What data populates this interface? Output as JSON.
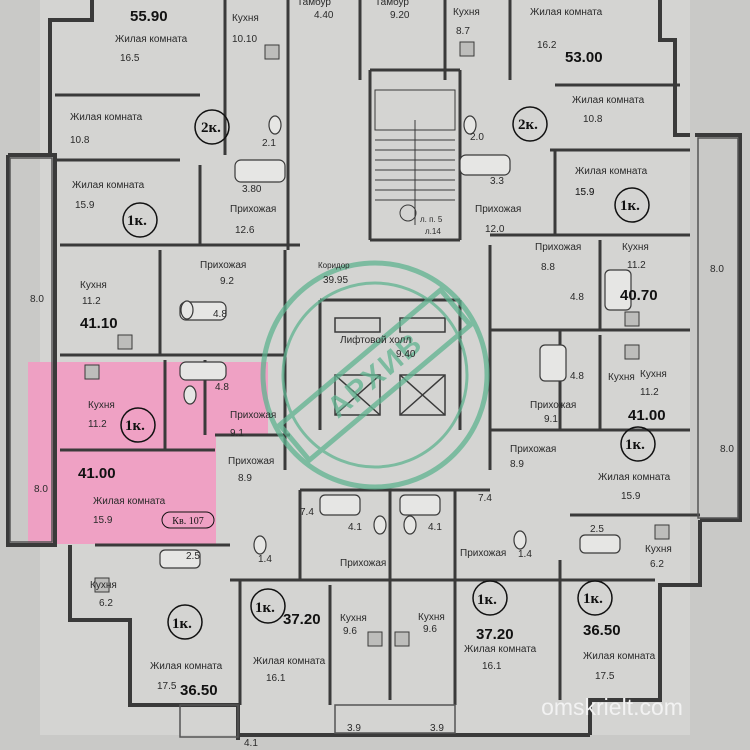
{
  "colors": {
    "background": "#c9c9c7",
    "wall": "#3a3a3a",
    "highlight": "#f29bc2",
    "watermark": "#5fb390"
  },
  "watermark_text": "АРХИВ",
  "site": "omskrielt.com",
  "apartment_label": "Кв. 107",
  "labels": [
    {
      "id": "a1",
      "text": "55.90",
      "cls": "big"
    },
    {
      "id": "a2",
      "text": "Жилая комната",
      "cls": "room"
    },
    {
      "id": "a3",
      "text": "16.5",
      "cls": "area"
    },
    {
      "id": "a4",
      "text": "Кухня",
      "cls": "room"
    },
    {
      "id": "a5",
      "text": "10.10",
      "cls": "area"
    },
    {
      "id": "a6",
      "text": "Тамбур",
      "cls": "room"
    },
    {
      "id": "a7",
      "text": "4.40",
      "cls": "area"
    },
    {
      "id": "a8",
      "text": "Тамбур",
      "cls": "room"
    },
    {
      "id": "a9",
      "text": "9.20",
      "cls": "area"
    },
    {
      "id": "a10",
      "text": "Кухня",
      "cls": "room"
    },
    {
      "id": "a11",
      "text": "8.7",
      "cls": "area"
    },
    {
      "id": "a12",
      "text": "Жилая комната",
      "cls": "room"
    },
    {
      "id": "a13",
      "text": "16.2",
      "cls": "area"
    },
    {
      "id": "a14",
      "text": "53.00",
      "cls": "big"
    },
    {
      "id": "a15",
      "text": "Жилая комната",
      "cls": "room"
    },
    {
      "id": "a16",
      "text": "10.8",
      "cls": "area"
    },
    {
      "id": "a17",
      "text": "2к.",
      "cls": "rt"
    },
    {
      "id": "a18",
      "text": "2.1",
      "cls": "area"
    },
    {
      "id": "a19",
      "text": "2.0",
      "cls": "area"
    },
    {
      "id": "a20",
      "text": "2к.",
      "cls": "rt"
    },
    {
      "id": "a21",
      "text": "Жилая комната",
      "cls": "room"
    },
    {
      "id": "a22",
      "text": "10.8",
      "cls": "area"
    },
    {
      "id": "a23",
      "text": "Жилая комната",
      "cls": "room"
    },
    {
      "id": "a24",
      "text": "15.9",
      "cls": "area"
    },
    {
      "id": "a25",
      "text": "3.80",
      "cls": "area"
    },
    {
      "id": "a26",
      "text": "3.3",
      "cls": "area"
    },
    {
      "id": "a27",
      "text": "Жилая комната",
      "cls": "room"
    },
    {
      "id": "a28",
      "text": "15.9",
      "cls": "area"
    },
    {
      "id": "a29",
      "text": "15.9",
      "cls": "area"
    },
    {
      "id": "a30",
      "text": "1к.",
      "cls": "rt"
    },
    {
      "id": "a31",
      "text": "Прихожая",
      "cls": "room"
    },
    {
      "id": "a32",
      "text": "12.6",
      "cls": "area"
    },
    {
      "id": "a33",
      "text": "Прихожая",
      "cls": "room"
    },
    {
      "id": "a34",
      "text": "12.0",
      "cls": "area"
    },
    {
      "id": "a35",
      "text": "1к.",
      "cls": "rt"
    },
    {
      "id": "a36",
      "text": "л. п. 5",
      "cls": "sm"
    },
    {
      "id": "a37",
      "text": "л.14",
      "cls": "sm"
    },
    {
      "id": "a38",
      "text": "Коридор",
      "cls": "sm"
    },
    {
      "id": "a39",
      "text": "39.95",
      "cls": "area"
    },
    {
      "id": "a40",
      "text": "Прихожая",
      "cls": "room"
    },
    {
      "id": "a41",
      "text": "8.8",
      "cls": "area"
    },
    {
      "id": "a42",
      "text": "Кухня",
      "cls": "room"
    },
    {
      "id": "a43",
      "text": "11.2",
      "cls": "area"
    },
    {
      "id": "a44",
      "text": "Кухня",
      "cls": "room"
    },
    {
      "id": "a45",
      "text": "11.2",
      "cls": "area"
    },
    {
      "id": "a46",
      "text": "Прихожая",
      "cls": "room"
    },
    {
      "id": "a47",
      "text": "9.2",
      "cls": "area"
    },
    {
      "id": "a48",
      "text": "41.10",
      "cls": "big"
    },
    {
      "id": "a49",
      "text": "4.8",
      "cls": "area"
    },
    {
      "id": "a50",
      "text": "8.0",
      "cls": "area"
    },
    {
      "id": "a51",
      "text": "4.8",
      "cls": "area"
    },
    {
      "id": "a52",
      "text": "40.70",
      "cls": "big"
    },
    {
      "id": "a53",
      "text": "8.0",
      "cls": "area"
    },
    {
      "id": "a54",
      "text": "Лифтовой холл",
      "cls": "room"
    },
    {
      "id": "a55",
      "text": "9.40",
      "cls": "area"
    },
    {
      "id": "a56",
      "text": "4.8",
      "cls": "area"
    },
    {
      "id": "a57",
      "text": "Кухня",
      "cls": "room"
    },
    {
      "id": "a58",
      "text": "4.8",
      "cls": "area"
    },
    {
      "id": "a59",
      "text": "Прихожая",
      "cls": "room"
    },
    {
      "id": "a60",
      "text": "9.1",
      "cls": "area"
    },
    {
      "id": "a61",
      "text": "Кухня",
      "cls": "room"
    },
    {
      "id": "a62",
      "text": "11.2",
      "cls": "area"
    },
    {
      "id": "a63",
      "text": "1к.",
      "cls": "rt"
    },
    {
      "id": "a64",
      "text": "Прихожая",
      "cls": "room"
    },
    {
      "id": "a65",
      "text": "9.1",
      "cls": "area"
    },
    {
      "id": "a66",
      "text": "Кухня",
      "cls": "room"
    },
    {
      "id": "a67",
      "text": "11.2",
      "cls": "area"
    },
    {
      "id": "a68",
      "text": "41.00",
      "cls": "big"
    },
    {
      "id": "a69",
      "text": "1к.",
      "cls": "rt"
    },
    {
      "id": "a70",
      "text": "8.0",
      "cls": "area"
    },
    {
      "id": "a71",
      "text": "Прихожая",
      "cls": "room"
    },
    {
      "id": "a72",
      "text": "8.9",
      "cls": "area"
    },
    {
      "id": "a73",
      "text": "Прихожая",
      "cls": "room"
    },
    {
      "id": "a74",
      "text": "8.9",
      "cls": "area"
    },
    {
      "id": "a75",
      "text": "Жилая комната",
      "cls": "room"
    },
    {
      "id": "a76",
      "text": "15.9",
      "cls": "area"
    },
    {
      "id": "a77",
      "text": "8.0",
      "cls": "area"
    },
    {
      "id": "a78",
      "text": "41.00",
      "cls": "big"
    },
    {
      "id": "a79",
      "text": "Жилая комната",
      "cls": "room"
    },
    {
      "id": "a80",
      "text": "15.9",
      "cls": "area"
    },
    {
      "id": "a81",
      "text": "7.4",
      "cls": "area"
    },
    {
      "id": "a82",
      "text": "7.4",
      "cls": "area"
    },
    {
      "id": "a83",
      "text": "4.1",
      "cls": "area"
    },
    {
      "id": "a84",
      "text": "4.1",
      "cls": "area"
    },
    {
      "id": "a85",
      "text": "2.5",
      "cls": "area"
    },
    {
      "id": "a86",
      "text": "Кухня",
      "cls": "room"
    },
    {
      "id": "a87",
      "text": "6.2",
      "cls": "area"
    },
    {
      "id": "a88",
      "text": "2.5",
      "cls": "area"
    },
    {
      "id": "a89",
      "text": "Прихожая",
      "cls": "room"
    },
    {
      "id": "a90",
      "text": "Прихожая",
      "cls": "room"
    },
    {
      "id": "a91",
      "text": "1.4",
      "cls": "area"
    },
    {
      "id": "a92",
      "text": "1.4",
      "cls": "area"
    },
    {
      "id": "a93",
      "text": "Кухня",
      "cls": "room"
    },
    {
      "id": "a94",
      "text": "6.2",
      "cls": "area"
    },
    {
      "id": "a95",
      "text": "1к.",
      "cls": "rt"
    },
    {
      "id": "a96",
      "text": "Кухня",
      "cls": "room"
    },
    {
      "id": "a97",
      "text": "9.6",
      "cls": "area"
    },
    {
      "id": "a98",
      "text": "Кухня",
      "cls": "room"
    },
    {
      "id": "a99",
      "text": "9.6",
      "cls": "area"
    },
    {
      "id": "a100",
      "text": "1к.",
      "cls": "rt"
    },
    {
      "id": "a101",
      "text": "1к.",
      "cls": "rt"
    },
    {
      "id": "a102",
      "text": "37.20",
      "cls": "big"
    },
    {
      "id": "a103",
      "text": "37.20",
      "cls": "big"
    },
    {
      "id": "a104",
      "text": "36.50",
      "cls": "big"
    },
    {
      "id": "a105",
      "text": "1к.",
      "cls": "rt"
    },
    {
      "id": "a106",
      "text": "Жилая комната",
      "cls": "room"
    },
    {
      "id": "a107",
      "text": "16.1",
      "cls": "area"
    },
    {
      "id": "a108",
      "text": "Жилая комната",
      "cls": "room"
    },
    {
      "id": "a109",
      "text": "16.1",
      "cls": "area"
    },
    {
      "id": "a110",
      "text": "Жилая комната",
      "cls": "room"
    },
    {
      "id": "a111",
      "text": "17.5",
      "cls": "area"
    },
    {
      "id": "a112",
      "text": "Жилая комната",
      "cls": "room"
    },
    {
      "id": "a113",
      "text": "17.5",
      "cls": "area"
    },
    {
      "id": "a114",
      "text": "36.50",
      "cls": "big"
    },
    {
      "id": "a115",
      "text": "3.9",
      "cls": "area"
    },
    {
      "id": "a116",
      "text": "3.9",
      "cls": "area"
    },
    {
      "id": "a117",
      "text": "4.1",
      "cls": "area"
    }
  ]
}
